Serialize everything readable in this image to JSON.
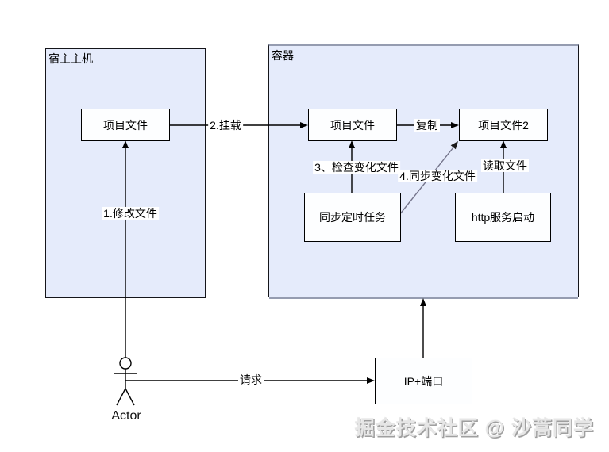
{
  "groups": {
    "host": {
      "label": "宿主主机"
    },
    "container": {
      "label": "容器"
    }
  },
  "nodes": {
    "project_files_host": {
      "label": "项目文件"
    },
    "project_files_container": {
      "label": "项目文件"
    },
    "project_files_2": {
      "label": "项目文件2"
    },
    "sync_task": {
      "label": "同步定时任务"
    },
    "http_service": {
      "label": "http服务启动"
    },
    "ip_port": {
      "label": "IP+端口"
    }
  },
  "edges": {
    "modify": {
      "label": "1.修改文件"
    },
    "mount": {
      "label": "2.挂载"
    },
    "copy": {
      "label": "复制"
    },
    "check": {
      "label": "3、检查变化文件"
    },
    "sync": {
      "label": "4.同步变化文件"
    },
    "read": {
      "label": "读取文件"
    },
    "request": {
      "label": "请求"
    }
  },
  "actor": {
    "label": "Actor"
  },
  "watermark": {
    "text": "掘金技术社区 @ 沙蒿同学"
  },
  "colors": {
    "group_fill": "#e5ebfb",
    "node_fill": "#fdfeff",
    "line": "#000000",
    "sync_line": "#73738a",
    "container_shadow": "#959cb0",
    "watermark": "#e6e6e6"
  }
}
